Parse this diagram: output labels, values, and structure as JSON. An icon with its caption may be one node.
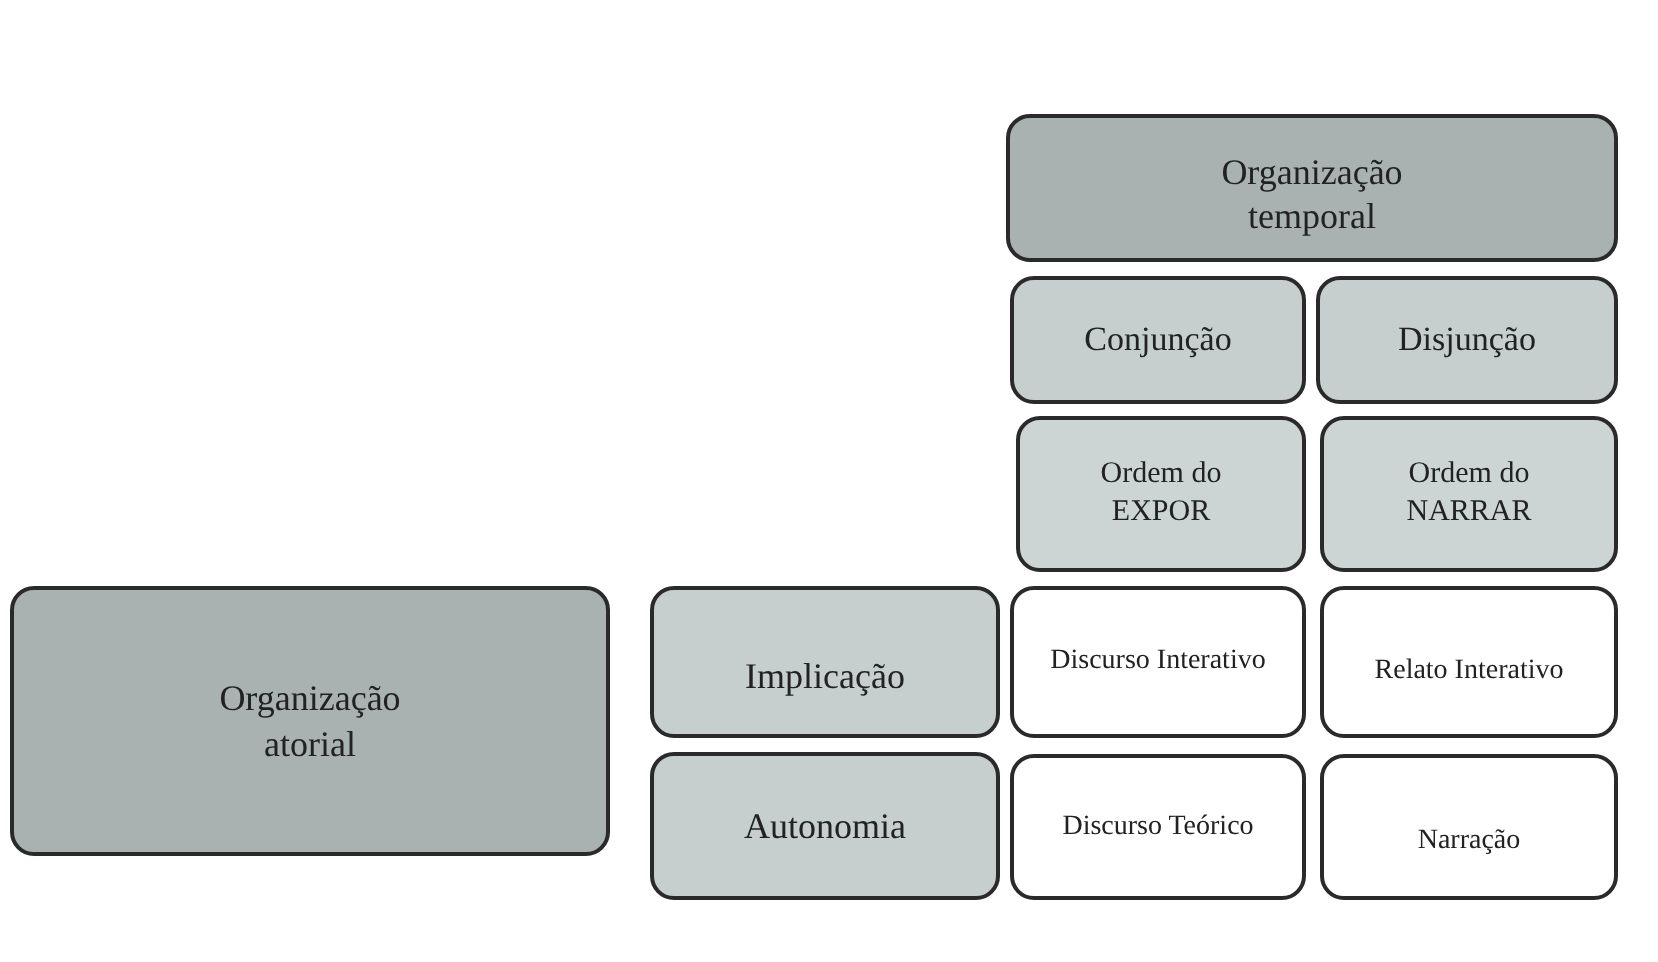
{
  "diagram": {
    "nodes": [
      {
        "text": [
          "Organização temporal"
        ]
      },
      {
        "text": [
          "Conjunção"
        ]
      },
      {
        "text": [
          "Disjunção"
        ]
      },
      {
        "text": [
          "Ordem do EXPOR"
        ]
      },
      {
        "text": [
          "Ordem do NARRAR"
        ]
      },
      {
        "text": [
          "Organização atorial"
        ]
      },
      {
        "text": [
          "Implicação"
        ]
      },
      {
        "text": [
          "Discurso Interativo"
        ]
      },
      {
        "text": [
          "Relato Interativo"
        ]
      },
      {
        "text": [
          "Autonomia"
        ]
      },
      {
        "text": [
          "Discurso Teórico"
        ]
      },
      {
        "text": [
          "Narração"
        ]
      }
    ]
  }
}
